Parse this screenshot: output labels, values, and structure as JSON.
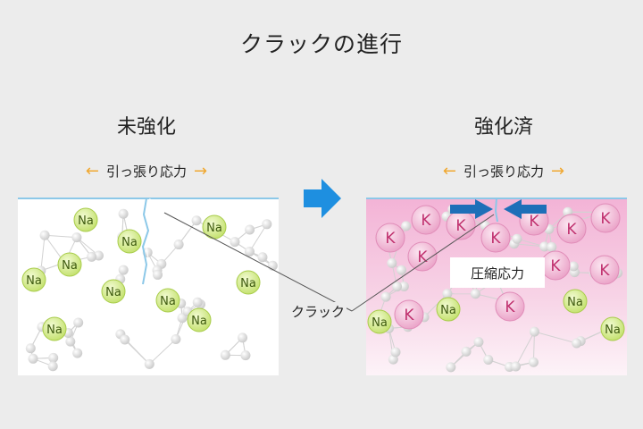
{
  "title": "クラックの進行",
  "left_panel": {
    "heading": "未強化",
    "tension_label": "引っ張り応力",
    "left_arrow": "←",
    "right_arrow": "→"
  },
  "right_panel": {
    "heading": "強化済",
    "tension_label": "引っ張り応力",
    "left_arrow": "←",
    "right_arrow": "→",
    "compressive_label": "圧縮応力"
  },
  "crack_label": "クラック",
  "ion_labels": {
    "sodium": "Na",
    "potassium": "K"
  },
  "colors": {
    "sodium": "#d4ec8a",
    "potassium": "#f1b9d6",
    "potassium_text": "#c0306e",
    "sodium_text": "#3e5a10",
    "blue_arrow": "#1e8fe0",
    "tension_arrow": "#f0a830",
    "surface_line": "#8cc8e8"
  }
}
